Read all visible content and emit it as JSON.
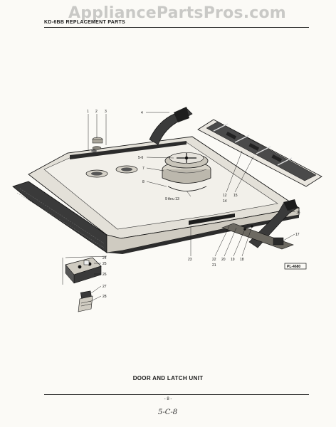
{
  "watermark": "AppliancePartsPros.com",
  "header": {
    "title": "KD-6BB REPLACEMENT PARTS"
  },
  "diagram": {
    "callouts": {
      "c1": "1",
      "c2": "2",
      "c3": "3",
      "c4": "4",
      "c56": "5-6",
      "c7": "7",
      "c8": "8",
      "c9": "9 thru 13",
      "c12": "12",
      "c14": "14",
      "c15": "15",
      "c16": "16",
      "c17": "17",
      "c23": "23",
      "c22": "22",
      "c20": "20",
      "c19": "19",
      "c18": "18",
      "c21": "21",
      "c24": "24",
      "c25": "25",
      "c26": "26",
      "c27": "27",
      "c28": "28"
    },
    "reference_code": "PL-4680"
  },
  "caption": "DOOR AND LATCH UNIT",
  "footer": {
    "page_number": "- 8 -",
    "handwritten_note": "5-C-8"
  }
}
